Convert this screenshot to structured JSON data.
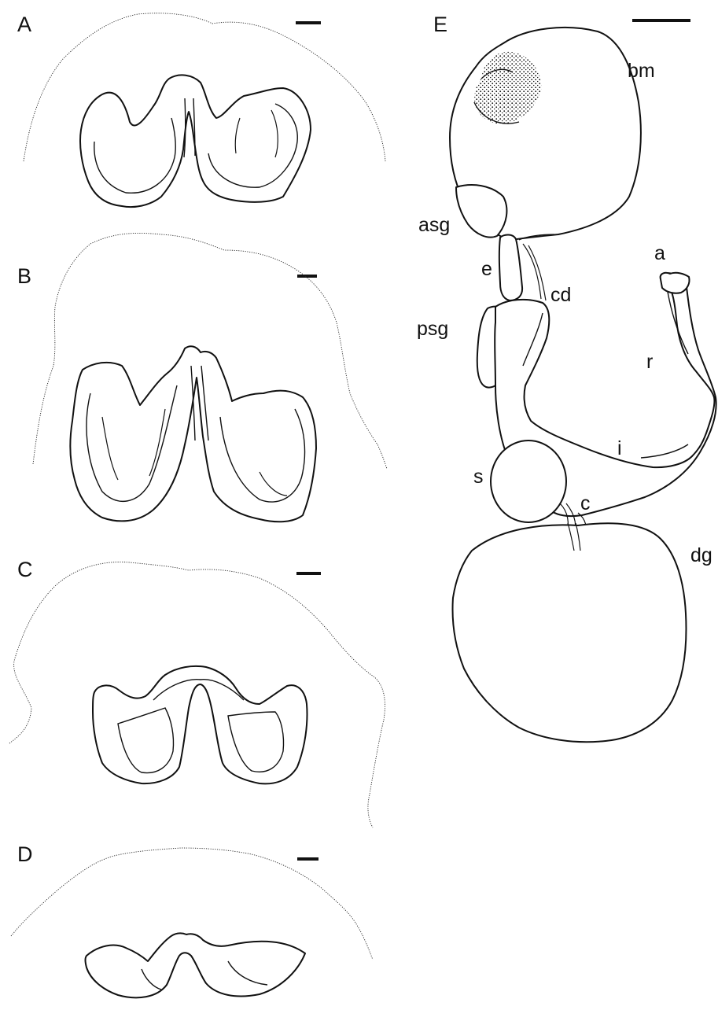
{
  "panels": [
    {
      "letter": "A"
    },
    {
      "letter": "B"
    },
    {
      "letter": "C"
    },
    {
      "letter": "D"
    },
    {
      "letter": "E"
    }
  ],
  "labels": {
    "bm": "bm",
    "asg": "asg",
    "e": "e",
    "cd": "cd",
    "psg": "psg",
    "a": "a",
    "r": "r",
    "i": "i",
    "s": "s",
    "c": "c",
    "dg": "dg"
  }
}
